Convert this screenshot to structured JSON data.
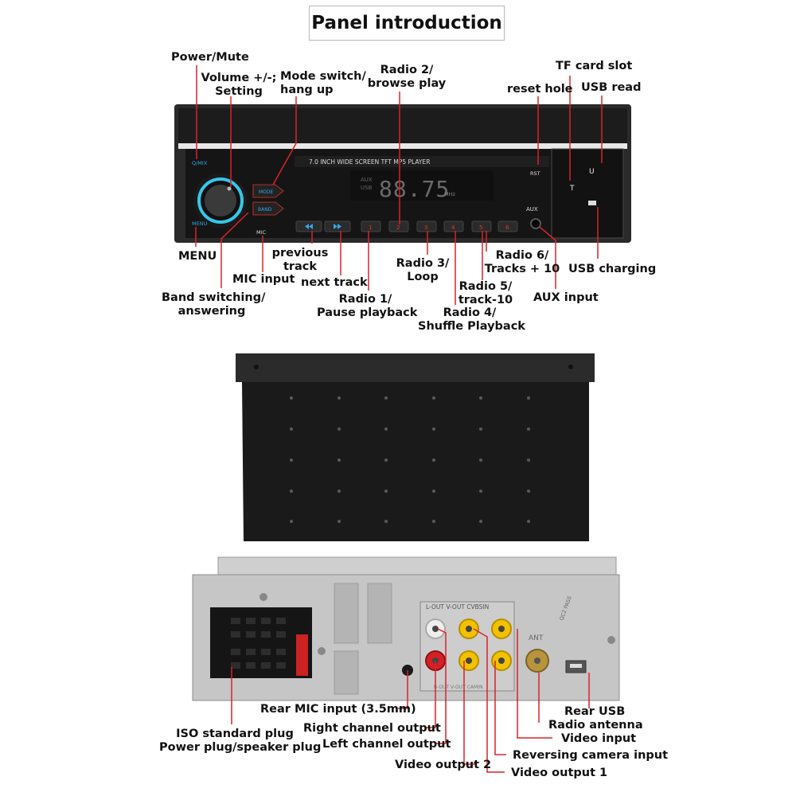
{
  "title": "Panel introduction",
  "front_panel": {
    "brand_strip": "7.0 INCH WIDE SCREEN TFT MP5 PLAYER",
    "display_digits": "88.75",
    "display_small_left": [
      "AUX",
      "USB"
    ],
    "display_unit": "MHz",
    "rst_text": "RST",
    "aux_text": "AUX",
    "tf_text": "T",
    "usb_text": "U",
    "mic_text": "MIC",
    "qmix_text": "Q/MIX",
    "menu_text": "MENU",
    "mode_text": "MODE",
    "band_text": "BAND",
    "preset_buttons": [
      "1",
      "2",
      "3",
      "4",
      "5",
      "6"
    ]
  },
  "front_labels": {
    "power_mute": "Power/Mute",
    "volume_line1": "Volume +/-;",
    "volume_line2": "Setting",
    "mode_line1": "Mode switch/",
    "mode_line2": "hang up",
    "radio2_line1": "Radio 2/",
    "radio2_line2": "browse play",
    "reset_hole": "reset hole",
    "tf_slot": "TF card slot",
    "usb_read": "USB read",
    "menu": "MENU",
    "prev_line1": "previous",
    "prev_line2": "track",
    "mic_input": "MIC input",
    "next_track": "next track",
    "radio3_line1": "Radio 3/",
    "radio3_line2": "Loop",
    "radio6_line1": "Radio 6/",
    "radio6_line2": "Tracks + 10",
    "usb_charging": "USB charging",
    "band_line1": "Band switching/",
    "band_line2": "answering",
    "radio1_line1": "Radio 1/",
    "radio1_line2": "Pause playback",
    "radio5_line1": "Radio 5/",
    "radio5_line2": "track-10",
    "aux_input": "AUX input",
    "radio4_line1": "Radio 4/",
    "radio4_line2": "Shuffle Playback"
  },
  "rear_panel": {
    "rca_header": "L-OUT V-OUT CVBSIN",
    "rca_footer": "R-OUT  V-OUT  CAMIN",
    "ant_text": "ANT",
    "qc_text": "QC2 PASS"
  },
  "rear_labels": {
    "rear_mic": "Rear MIC input (3.5mm)",
    "rear_usb": "Rear USB",
    "radio_antenna": "Radio antenna",
    "iso_line1": "ISO standard plug",
    "iso_line2": "Power plug/speaker plug",
    "right_channel": "Right channel output",
    "video_input": "Video input",
    "left_channel": "Left channel output",
    "reversing_camera": "Reversing camera input",
    "video_output_2": "Video output 2",
    "video_output_1": "Video output 1"
  },
  "colors": {
    "leader_line": "#d8232a",
    "knob_glow": "#35c7e8",
    "button_accent": "#e8342b",
    "rca_yellow": "#f2c200",
    "rca_red": "#d42025",
    "rca_white": "#f2f2f2"
  }
}
